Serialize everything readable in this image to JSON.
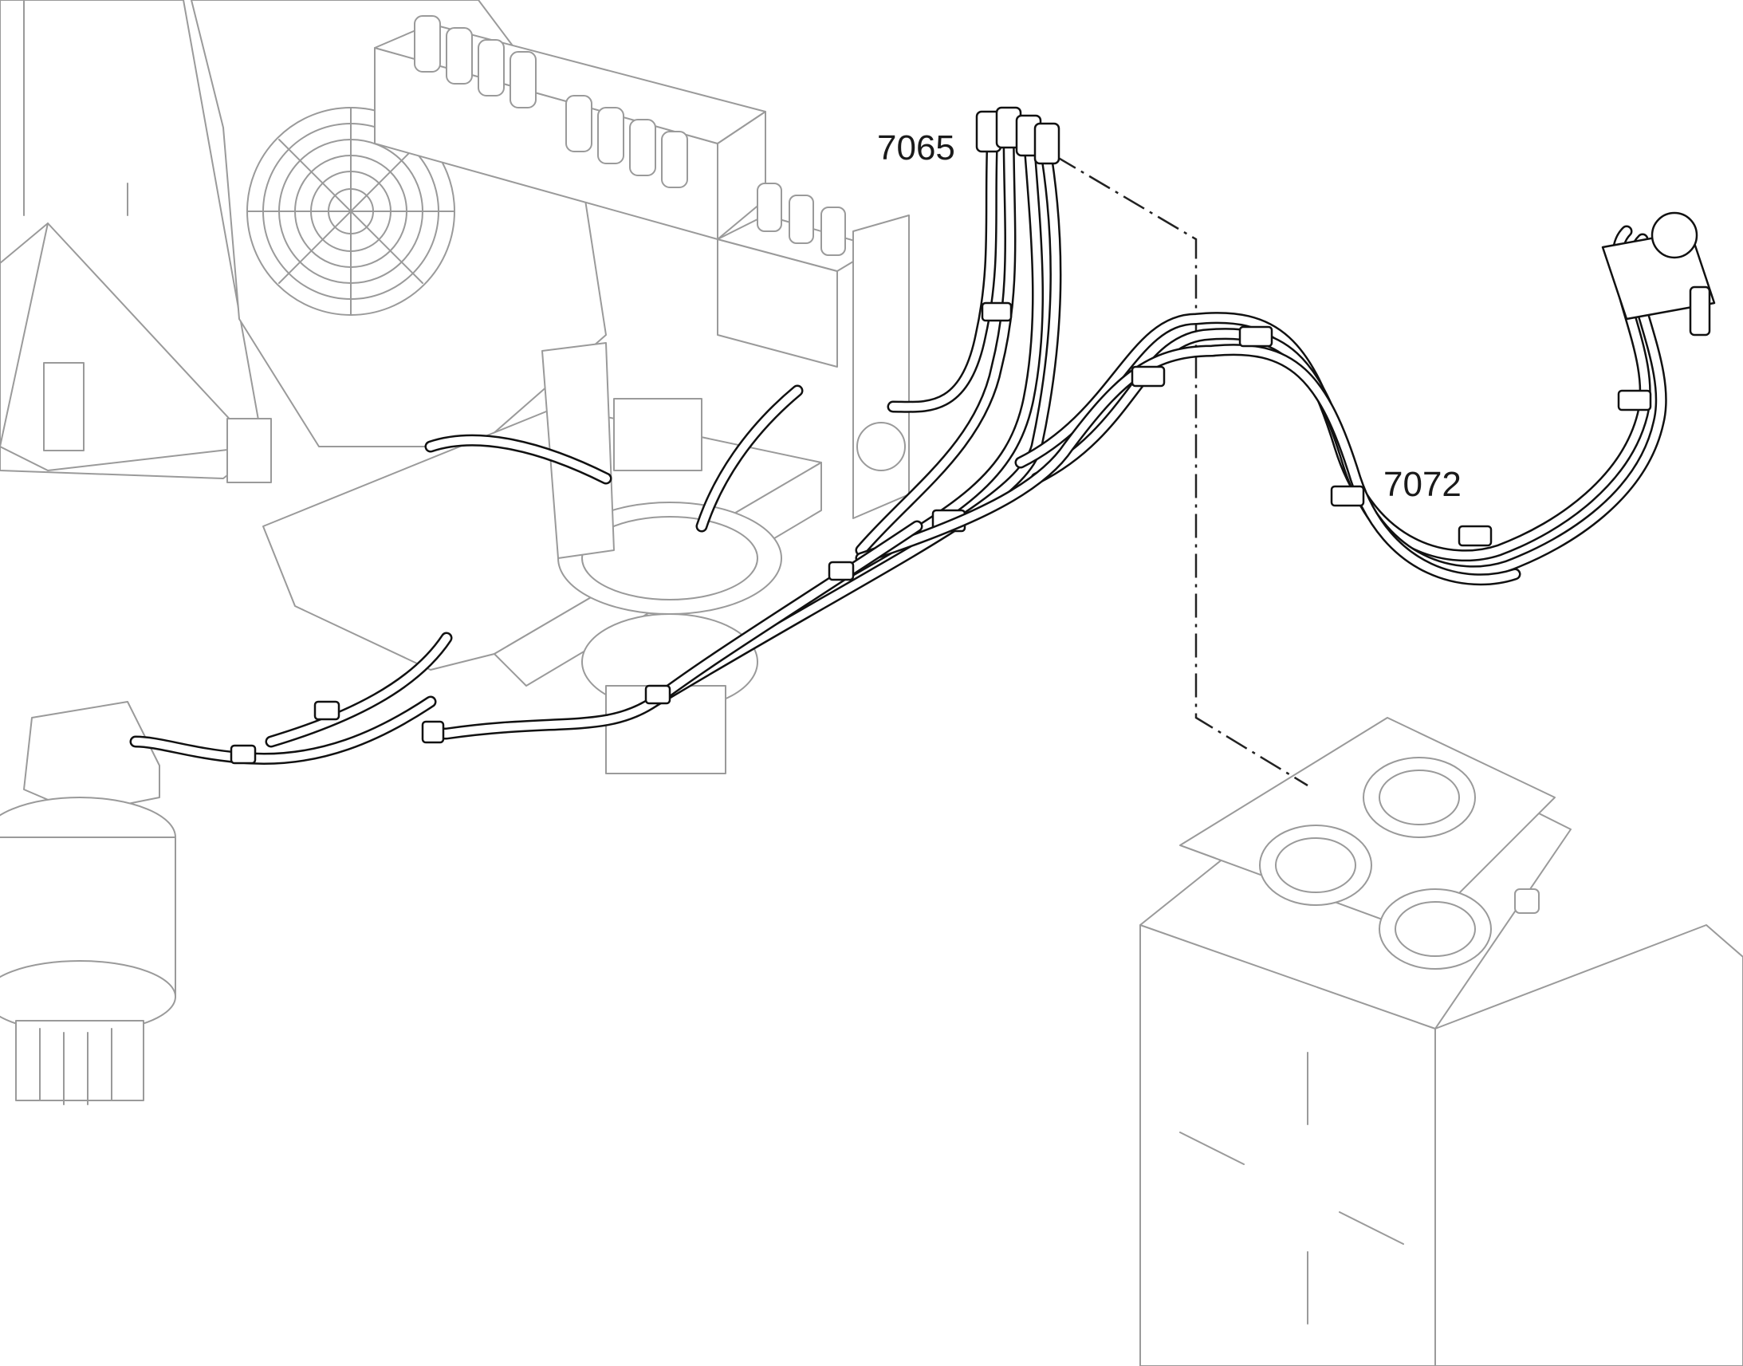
{
  "callouts": [
    {
      "id": "7065",
      "label": "7065"
    },
    {
      "id": "7072",
      "label": "7072"
    }
  ],
  "colors": {
    "background": "#ffffff",
    "hose_line": "#111111",
    "context_line": "#9a9a9a",
    "callout_text": "#1a1a1a"
  }
}
